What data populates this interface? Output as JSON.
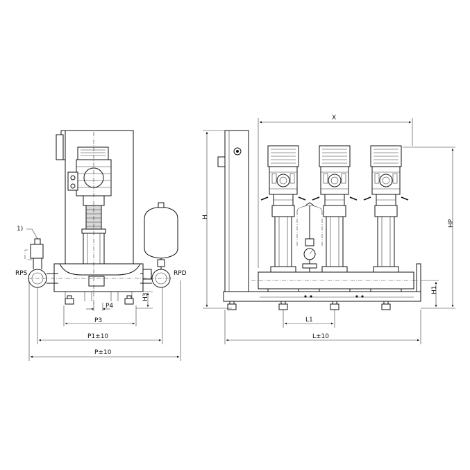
{
  "labels": {
    "note": "1)",
    "rps": "RPS",
    "rpd": "RPD",
    "h3": "H3",
    "p4": "P4",
    "p3": "P3",
    "p1": "P1±10",
    "p": "P±10",
    "x": "X",
    "h": "H",
    "hp": "HP",
    "h1": "H1",
    "l1": "L1",
    "l": "L±10"
  },
  "pump_count": 3
}
